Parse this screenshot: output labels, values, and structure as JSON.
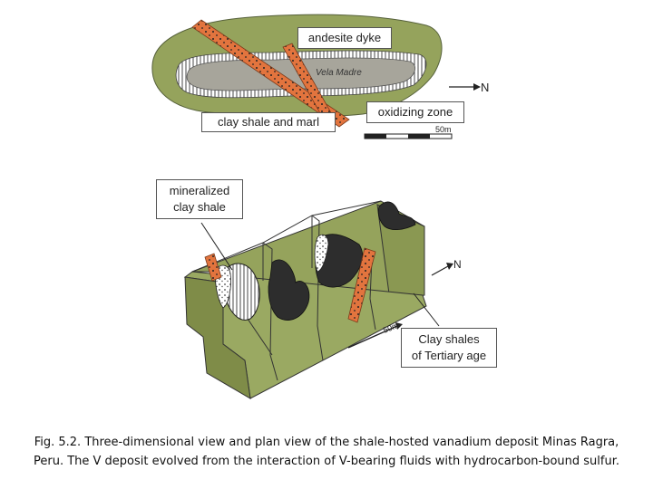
{
  "labels": {
    "andesite_dyke": "andesite dyke",
    "vein_name": "Vela Madre",
    "clay_shale_marl": "clay shale and marl",
    "oxidizing_zone": "oxidizing zone",
    "scale_top": "50m",
    "north_top": "N",
    "mineralized_line1": "mineralized",
    "mineralized_line2": "clay shale",
    "north_bottom": "N",
    "scale_bottom": "50m",
    "tertiary_line1": "Clay shales",
    "tertiary_line2": "of Tertiary age"
  },
  "caption": {
    "line1": "Fig. 5.2. Three-dimensional view and plan view of the shale-hosted vanadium deposit Minas Ragra,",
    "line2": "Peru. The V deposit evolved from the interaction of V-bearing fluids with hydrocarbon-bound sulfur."
  },
  "colors": {
    "shale_green": "#95a35c",
    "shale_dark": "#6f7c3e",
    "ore_grey": "#a7a59b",
    "dyke_orange": "#e2743e",
    "ore_black": "#2d2d2d"
  }
}
